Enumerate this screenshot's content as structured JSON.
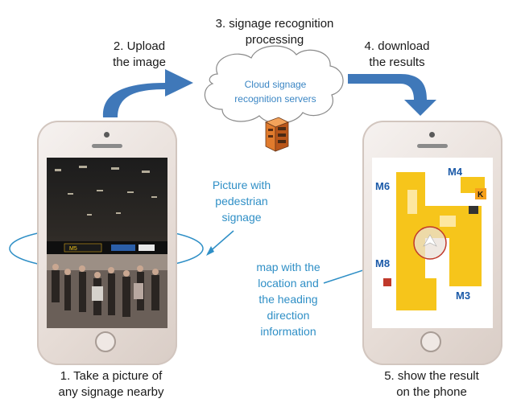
{
  "steps": {
    "step1": [
      "1. Take a picture of",
      "any signage nearby"
    ],
    "step2": [
      "2.  Upload",
      "the image"
    ],
    "step3": [
      "3.  signage recognition",
      "processing"
    ],
    "step4": [
      "4.  download",
      "the results"
    ],
    "step5": [
      "5. show the result",
      "on the phone"
    ]
  },
  "cloud": {
    "lines": [
      "Cloud signage",
      "recognition servers"
    ]
  },
  "annotations": {
    "picture": [
      "Picture with",
      "pedestrian",
      "signage"
    ],
    "map": [
      "map with the",
      "location and",
      "the heading",
      "direction",
      "information"
    ]
  },
  "map_signs": {
    "m4": "M4",
    "m6": "M6",
    "m8": "M8",
    "m3": "M3",
    "k": "K"
  },
  "photo_signs": {
    "m5": "M5"
  },
  "colors": {
    "arrow": "#3f78b9",
    "annotation": "#2f8fc6",
    "map_yellow": "#f6c51b",
    "map_blue": "#1b5aa8"
  },
  "icons": [
    "server-icon",
    "home-button-icon",
    "camera-icon",
    "location-marker-icon"
  ]
}
